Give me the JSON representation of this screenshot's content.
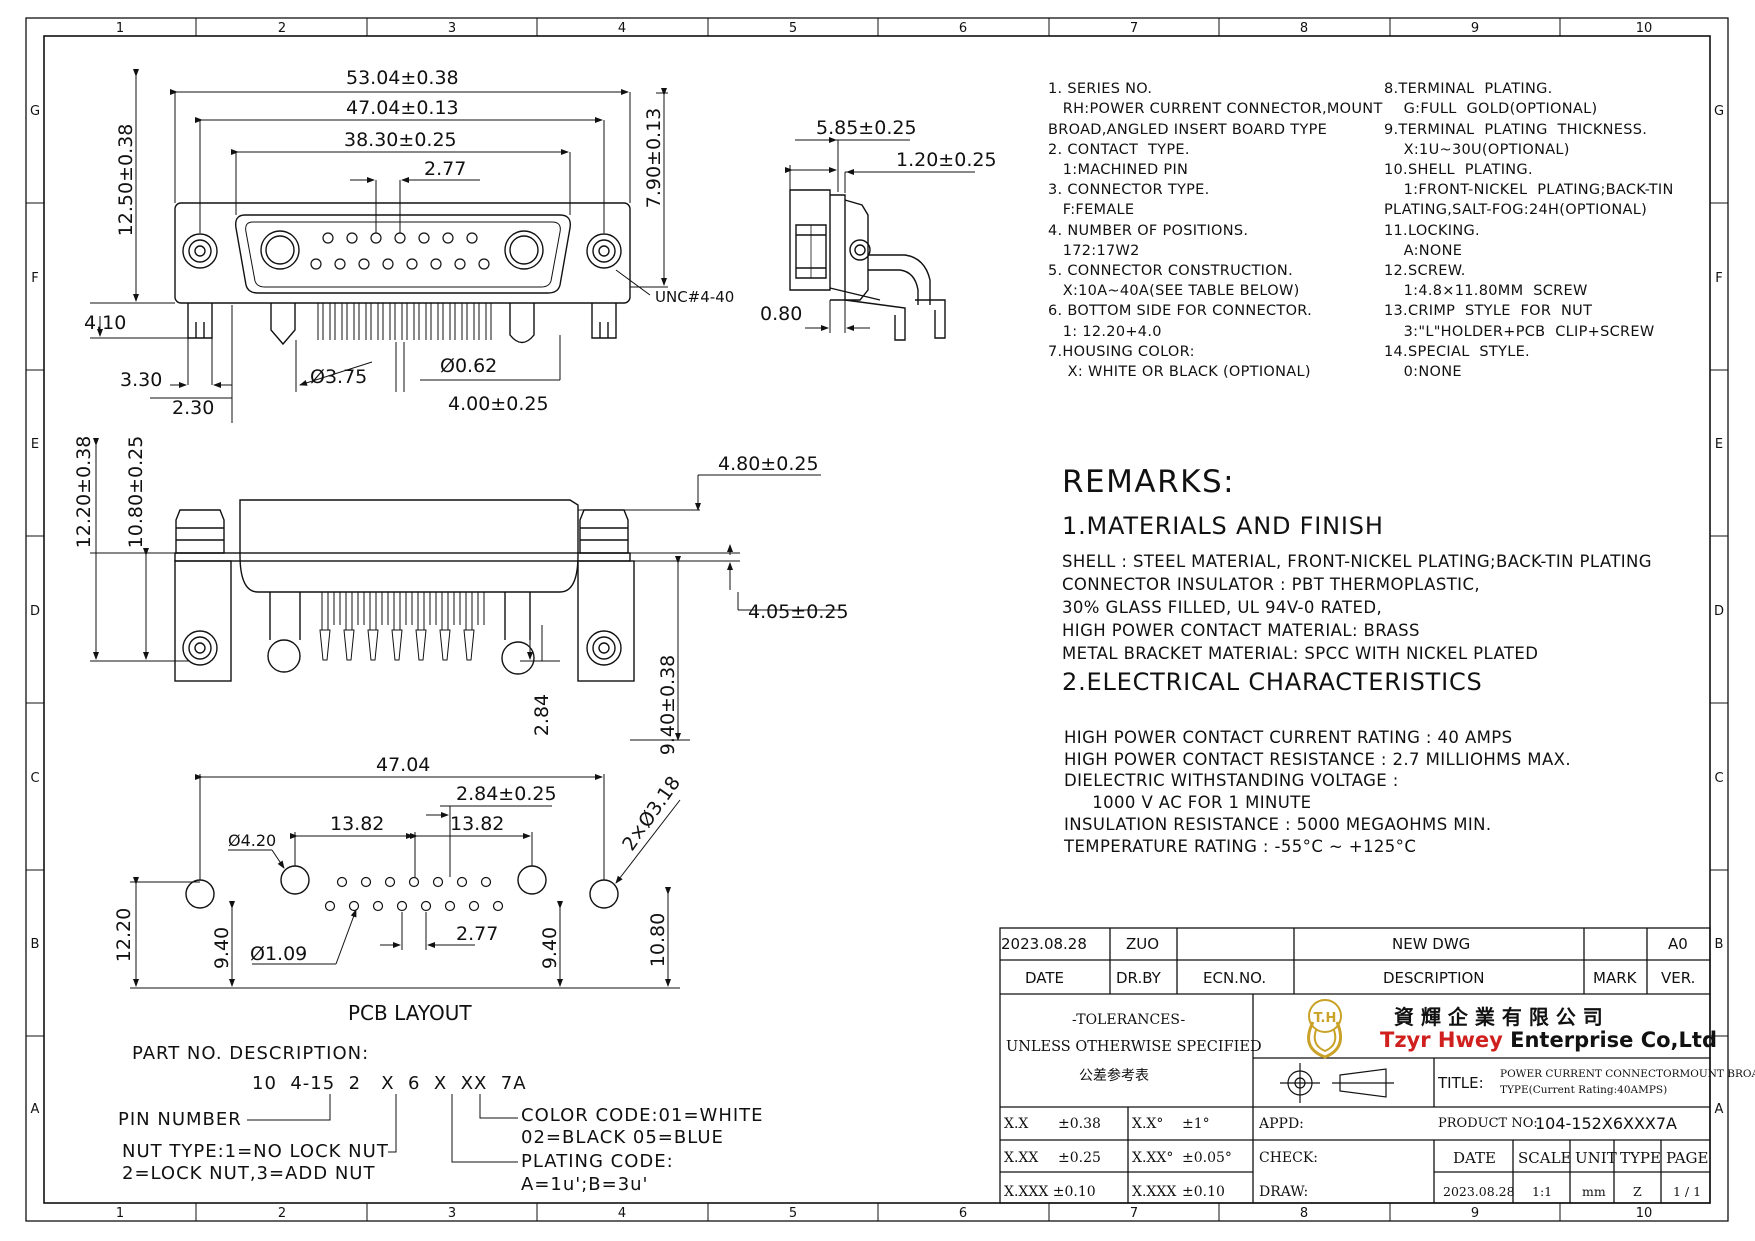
{
  "border": {
    "columns": [
      "1",
      "2",
      "3",
      "4",
      "5",
      "6",
      "7",
      "8",
      "9",
      "10"
    ],
    "rows": [
      "G",
      "F",
      "E",
      "D",
      "C",
      "B",
      "A"
    ]
  },
  "top_view": {
    "dim_overall": "53.04±0.38",
    "dim_mount": "47.04±0.13",
    "dim_shell": "38.30±0.25",
    "dim_pitch": "2.77",
    "dim_height_left": "12.50±0.38",
    "dim_height_right": "7.90±0.13",
    "thread": "UNC#4-40",
    "dim_4_10": "4.10",
    "dim_3_30": "3.30",
    "dim_2_30": "2.30",
    "dim_pin_dia": "Ø3.75",
    "dim_pin_dia_small": "Ø0.62",
    "dim_4_00": "4.00±0.25"
  },
  "side_view": {
    "dim_a": "5.85±0.25",
    "dim_b": "1.20±0.25",
    "dim_c": "0.80"
  },
  "front_view": {
    "dim_a": "4.80±0.25",
    "dim_b": "4.05±0.25",
    "dim_c": "12.20±0.38",
    "dim_d": "10.80±0.25",
    "dim_e": "2.84",
    "dim_f": "9.40±0.38"
  },
  "pcb_layout": {
    "title": "PCB LAYOUT",
    "dim_width": "47.04",
    "dim_pitch": "2.84±0.25",
    "dim_13_82_l": "13.82",
    "dim_13_82_r": "13.82",
    "dim_hole_large": "Ø4.20",
    "dim_hole_mount": "2×Ø3.18",
    "dim_hole_small": "Ø1.09",
    "dim_pitch_small": "2.77",
    "dim_12_20": "12.20",
    "dim_9_40_l": "9.40",
    "dim_9_40_r": "9.40",
    "dim_10_80": "10.80"
  },
  "part_number": {
    "title": "PART  NO.  DESCRIPTION:",
    "code": "10  4-15  2   X  6  X  XX  7A",
    "pin_number": "PIN  NUMBER",
    "nut_type_1": "NUT TYPE:1=NO  LOCK  NUT",
    "nut_type_2": "2=LOCK NUT,3=ADD  NUT",
    "color_code_1": "COLOR  CODE:01=WHITE",
    "color_code_2": "02=BLACK  05=BLUE",
    "plating_1": "PLATING  CODE:",
    "plating_2": "A=1u';B=3u'"
  },
  "notes_left": [
    "1. SERIES NO.",
    "   RH:POWER CURRENT CONNECTOR,MOUNT",
    "BROAD,ANGLED INSERT BOARD TYPE",
    "2. CONTACT  TYPE.",
    "   1:MACHINED PIN",
    "3. CONNECTOR TYPE.",
    "   F:FEMALE",
    "4. NUMBER OF POSITIONS.",
    "   172:17W2",
    "5. CONNECTOR CONSTRUCTION.",
    "   X:10A~40A(SEE TABLE BELOW)",
    "6. BOTTOM SIDE FOR CONNECTOR.",
    "   1: 12.20+4.0",
    "7.HOUSING COLOR:",
    "    X: WHITE OR BLACK (OPTIONAL)"
  ],
  "notes_right": [
    "8.TERMINAL  PLATING.",
    "    G:FULL  GOLD(OPTIONAL)",
    "9.TERMINAL  PLATING  THICKNESS.",
    "    X:1U~30U(OPTIONAL)",
    "10.SHELL  PLATING.",
    "    1:FRONT-NICKEL  PLATING;BACK-TIN",
    "PLATING,SALT-FOG:24H(OPTIONAL)",
    "11.LOCKING.",
    "    A:NONE",
    "12.SCREW.",
    "    1:4.8×11.80MM  SCREW",
    "13.CRIMP  STYLE  FOR  NUT",
    "    3:\"L\"HOLDER+PCB  CLIP+SCREW",
    "14.SPECIAL  STYLE.",
    "    0:NONE"
  ],
  "remarks": {
    "title": "REMARKS:",
    "section1": "1.MATERIALS AND FINISH",
    "materials": [
      "SHELL : STEEL MATERIAL, FRONT-NICKEL PLATING;BACK-TIN PLATING",
      "CONNECTOR INSULATOR : PBT THERMOPLASTIC,",
      "30% GLASS FILLED, UL 94V-0 RATED,",
      "HIGH POWER CONTACT MATERIAL: BRASS",
      "METAL BRACKET MATERIAL: SPCC WITH NICKEL PLATED"
    ],
    "section2": "2.ELECTRICAL CHARACTERISTICS",
    "electrical": [
      "HIGH POWER CONTACT CURRENT RATING : 40 AMPS",
      "HIGH POWER CONTACT RESISTANCE : 2.7 MILLIOHMS MAX.",
      "DIELECTRIC WITHSTANDING VOLTAGE :",
      "     1000 V AC FOR 1 MINUTE",
      "INSULATION RESISTANCE : 5000 MEGAOHMS MIN.",
      "TEMPERATURE RATING : -55°C ~ +125°C"
    ]
  },
  "title_block": {
    "rev_date": "2023.08.28",
    "rev_drby": "ZUO",
    "rev_desc": "NEW  DWG",
    "rev_ver": "A0",
    "h_date": "DATE",
    "h_drby": "DR.BY",
    "h_ecn": "ECN.NO.",
    "h_desc": "DESCRIPTION",
    "h_mark": "MARK",
    "h_ver": "VER.",
    "tol_1": "-TOLERANCES-",
    "tol_2": "UNLESS OTHERWISE SPECIFIED",
    "tol_3": "公差参考表",
    "logo_mark": "T.H",
    "company_cn": "資 輝 企 業 有 限 公 司",
    "company_en_1": "Tzyr ",
    "company_en_2": "Hwey",
    "company_en_3": " Enterprise Co,Ltd",
    "title_label": "TITLE:",
    "title_value_1": "POWER CURRENT CONNECTORMOUNT BROAD",
    "title_value_2": "TYPE(Current Rating:40AMPS)",
    "tol_x": "X.X",
    "tol_x_v": "±0.38",
    "tol_xa": "X.X°",
    "tol_xa_v": "±1°",
    "tol_xx": "X.XX",
    "tol_xx_v": "±0.25",
    "tol_xxa": "X.XX°",
    "tol_xxa_v": "±0.05°",
    "tol_xxx": "X.XXX ±0.10",
    "tol_xxxb": "X.XXX",
    "tol_xxxb_v": "±0.10",
    "appd": "APPD:",
    "check": "CHECK:",
    "draw": "DRAW:",
    "product_label": "PRODUCT NO:",
    "product_no": "104-152X6XXX7A",
    "h_date2": "DATE",
    "h_scale": "SCALE",
    "h_unit": "UNIT",
    "h_type": "TYPE",
    "h_page": "PAGE",
    "v_date": "2023.08.28",
    "v_scale": "1:1",
    "v_unit": "mm",
    "v_type": "Z",
    "v_page": "1 / 1"
  },
  "colors": {
    "logo": "#c9a227",
    "logo_red": "#d0201e",
    "line": "#111111"
  }
}
